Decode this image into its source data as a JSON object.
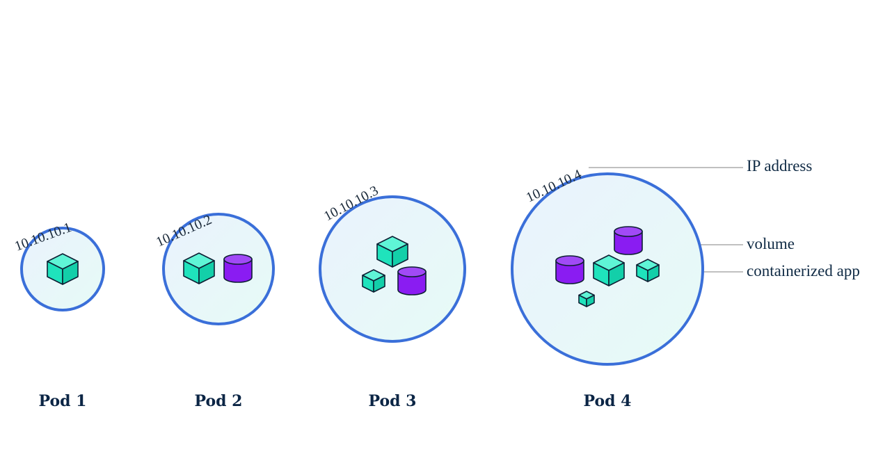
{
  "colors": {
    "pod_stroke": "#3a6fd9",
    "pod_fill_start": "#eaf2fd",
    "pod_fill_end": "#e6fbf6",
    "app_top": "#5ff5d6",
    "app_left": "#1fe3bc",
    "app_right": "#13cfa9",
    "volume_body": "#8a1cf2",
    "volume_top": "#a14af6",
    "outline": "#0d1f33",
    "text_dark": "#0b2545"
  },
  "icons": {
    "containerized_app": "cube-icon",
    "volume": "cylinder-icon"
  },
  "pods": [
    {
      "name": "Pod 1",
      "ip": "10.10.10.1"
    },
    {
      "name": "Pod 2",
      "ip": "10.10.10.2"
    },
    {
      "name": "Pod 3",
      "ip": "10.10.10.3"
    },
    {
      "name": "Pod 4",
      "ip": "10.10.10.4"
    }
  ],
  "legend": {
    "ip_address": "IP address",
    "volume": "volume",
    "containerized_app": "containerized app"
  }
}
